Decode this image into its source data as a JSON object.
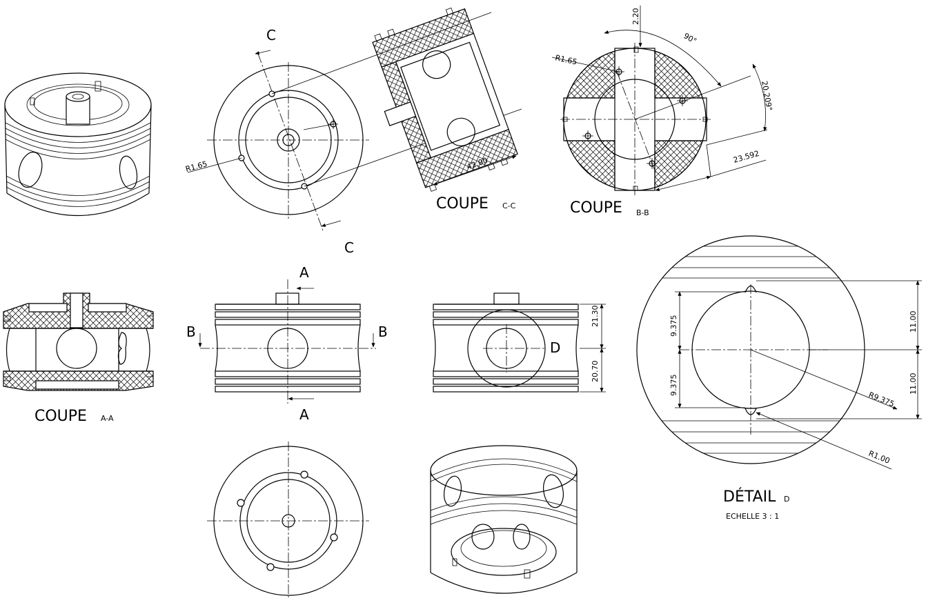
{
  "views": {
    "coupe_aa": {
      "title": "COUPE",
      "sub": "A-A"
    },
    "coupe_cc": {
      "title": "COUPE",
      "sub": "C-C"
    },
    "coupe_bb": {
      "title": "COUPE",
      "sub": "B-B"
    },
    "detail_d": {
      "title": "DÉTAIL",
      "sub": "D",
      "scale": "ECHELLE 3 : 1"
    }
  },
  "section_letters": {
    "a": "A",
    "b": "B",
    "c": "C",
    "d": "D"
  },
  "dimensions": {
    "r165_top": "R1.65",
    "r165_bb": "R1.65",
    "d4200": "42.00",
    "d220": "2.20",
    "a90": "90°",
    "a20209": "20.209°",
    "d23592": "23.592",
    "d2130": "21.30",
    "d2070": "20.70",
    "d9375_top": "9.375",
    "d9375_bot": "9.375",
    "d1100_top": "11.00",
    "d1100_bot": "11.00",
    "r9375": "R9.375",
    "r100": "R1.00"
  }
}
